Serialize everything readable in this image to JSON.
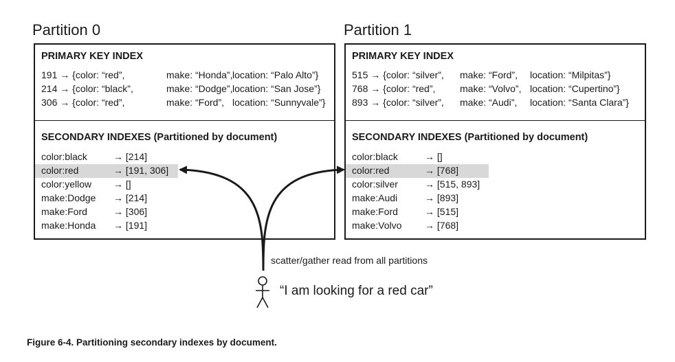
{
  "partitions": [
    {
      "title": "Partition 0",
      "primary_header": "PRIMARY KEY INDEX",
      "primary_rows": [
        {
          "key": "191 → {color: “red”,",
          "make": "make: “Honda”,",
          "location": "location: “Palo Alto”}"
        },
        {
          "key": "214 → {color: “black”,",
          "make": "make: “Dodge”,",
          "location": "location: “San Jose”}"
        },
        {
          "key": "306 → {color: “red”,",
          "make": "make: “Ford”,",
          "location": "location: “Sunnyvale”}"
        }
      ],
      "secondary_header": "SECONDARY INDEXES (Partitioned by document)",
      "secondary_rows": [
        {
          "term": "color:black",
          "postings": "→ [214]"
        },
        {
          "term": "color:red",
          "postings": "→ [191, 306]",
          "highlighted": true
        },
        {
          "term": "color:yellow",
          "postings": "→ []"
        },
        {
          "term": "make:Dodge",
          "postings": "→ [214]"
        },
        {
          "term": "make:Ford",
          "postings": "→ [306]"
        },
        {
          "term": "make:Honda",
          "postings": "→ [191]"
        }
      ]
    },
    {
      "title": "Partition 1",
      "primary_header": "PRIMARY KEY INDEX",
      "primary_rows": [
        {
          "key": "515 → {color: “silver”,",
          "make": "make: “Ford”,",
          "location": "location: “Milpitas”}"
        },
        {
          "key": "768 → {color: “red”,",
          "make": "make: “Volvo”,",
          "location": "location: “Cupertino”}"
        },
        {
          "key": "893 → {color: “silver”,",
          "make": "make: “Audi”,",
          "location": "location: “Santa Clara”}"
        }
      ],
      "secondary_header": "SECONDARY INDEXES (Partitioned by document)",
      "secondary_rows": [
        {
          "term": "color:black",
          "postings": "→ []"
        },
        {
          "term": "color:red",
          "postings": "→ [768]",
          "highlighted": true
        },
        {
          "term": "color:silver",
          "postings": "→ [515, 893]"
        },
        {
          "term": "make:Audi",
          "postings": "→ [893]"
        },
        {
          "term": "make:Ford",
          "postings": "→ [515]"
        },
        {
          "term": "make:Volvo",
          "postings": "→ [768]"
        }
      ]
    }
  ],
  "scatter_label": "scatter/gather read from all partitions",
  "user_quote": "“I am looking for a red car”",
  "figure_caption": "Figure 6-4. Partitioning secondary indexes by document.",
  "colors": {
    "highlight": "#d8d8d8",
    "ink": "#1a1a1a"
  }
}
